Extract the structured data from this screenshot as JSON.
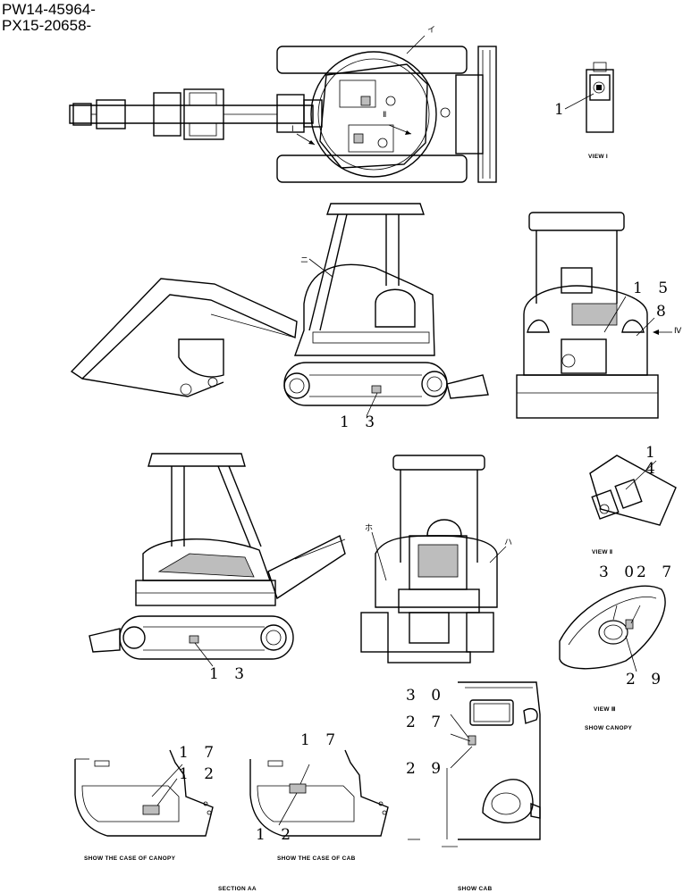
{
  "header": {
    "serial_1": "PW14-45964-",
    "serial_2": "PX15-20658-"
  },
  "views": {
    "top_view": {
      "marks": [
        "イ",
        "Ⅰ",
        "Ⅱ"
      ]
    },
    "view_1": {
      "caption": "VIEW I",
      "callout": "1"
    },
    "side_view_left": {
      "mark": "ニ",
      "callout": "1 3"
    },
    "rear_view": {
      "callouts": [
        "1 5",
        "8"
      ],
      "mark": "Ⅳ"
    },
    "side_view_right": {
      "callout": "1 3"
    },
    "front_view": {
      "marks": [
        "ホ",
        "ハ"
      ]
    },
    "view_2": {
      "caption": "VIEW Ⅱ",
      "callout": "1 4"
    },
    "view_3": {
      "caption": "VIEW Ⅲ",
      "callouts": [
        "3 0",
        "2 7",
        "2 9"
      ],
      "sub_caption": "SHOW CANOPY"
    },
    "section_aa": {
      "caption": "SECTION AA",
      "canopy": {
        "caption": "SHOW THE CASE OF CANOPY",
        "callouts": [
          "1 7",
          "1 2"
        ]
      },
      "cab": {
        "caption": "SHOW THE CASE OF CAB",
        "callouts": [
          "1 7",
          "1 2"
        ]
      }
    },
    "cab_detail": {
      "caption": "SHOW CAB",
      "callouts": [
        "3 0",
        "2 7",
        "2 9"
      ]
    }
  }
}
